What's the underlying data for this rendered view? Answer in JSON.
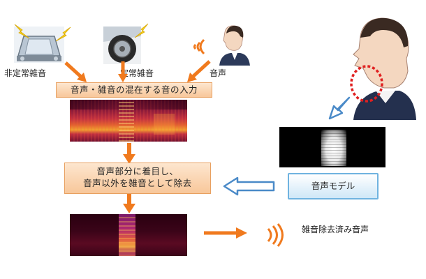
{
  "sources": {
    "nonsteady_noise": "非定常雑音",
    "steady_noise": "定常雑音",
    "speech": "音声"
  },
  "boxes": {
    "input": "音声・雑音の混在する音の入力",
    "process_line1": "音声部分に着目し、",
    "process_line2": "音声以外を雑音として除去",
    "voice_model": "音声モデル"
  },
  "output_label": "雑音除去済み音声",
  "icons": {
    "car": "car-windshield-icon",
    "tire": "tire-icon",
    "speaker": "person-speaking-icon",
    "lightning": "lightning-icon",
    "sound_waves": "sound-wave-icon",
    "face": "face-profile-icon",
    "mouth_highlight": "mouth-highlight-icon"
  },
  "colors": {
    "arrow_orange": "#f07a1e",
    "box_fill": "#fbd9b8",
    "model_border": "#6fb3e0",
    "hollow_arrow": "#4a8ac8",
    "highlight_red": "#e02020"
  }
}
